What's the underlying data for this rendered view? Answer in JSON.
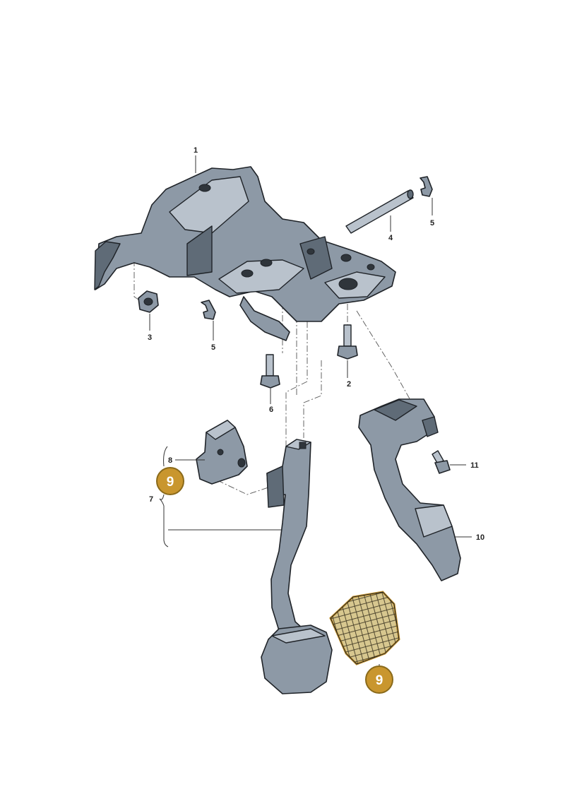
{
  "callouts": {
    "c1": "1",
    "c2": "2",
    "c3": "3",
    "c4": "4",
    "c5a": "5",
    "c5b": "5",
    "c6": "6",
    "c7": "7",
    "c8": "8",
    "c9a": "9",
    "c9b": "9",
    "c10": "10",
    "c11": "11"
  },
  "colors": {
    "badge_fill": "#c9962e",
    "badge_border": "#8a6a1a",
    "part_fill": "#8d99a6",
    "outline": "#1f2328"
  }
}
